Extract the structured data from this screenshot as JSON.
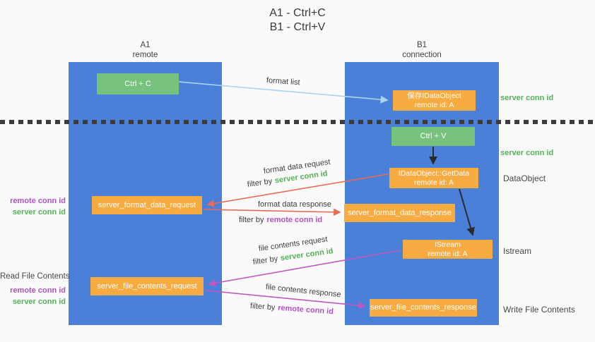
{
  "title": {
    "line1": "A1 - Ctrl+C",
    "line2": "B1 - Ctrl+V"
  },
  "columns": {
    "left": {
      "name": "A1",
      "role": "remote"
    },
    "right": {
      "name": "B1",
      "role": "connection"
    }
  },
  "boxes": {
    "ctrl_c": {
      "label": "Ctrl + C"
    },
    "ctrl_v": {
      "label": "Ctrl + V"
    },
    "save_dataobject": {
      "line1": "保存IDataObject",
      "line2": "remote id: A"
    },
    "getdata": {
      "line1": "IDataObject::GetData",
      "line2": "remote id: A"
    },
    "istream": {
      "line1": "IStream",
      "line2": "remote id: A"
    },
    "format_request": {
      "label": "server_format_data_request"
    },
    "format_response": {
      "label": "server_format_data_response"
    },
    "file_request": {
      "label": "server_file_contents_request"
    },
    "file_response": {
      "label": "server_file_contents_response"
    }
  },
  "arrow_labels": {
    "format_list": "format list",
    "format_data_request": "format data request",
    "format_data_response": "format data response",
    "file_contents_request": "file contents request",
    "file_contents_response": "file contents response",
    "filter_by": "filter by",
    "server_conn_id": "server conn id",
    "remote_conn_id": "remote conn id"
  },
  "side_labels": {
    "server_conn_id_top": "server conn id",
    "server_conn_id_mid": "server conn id",
    "dataobject": "DataObject",
    "istream": "Istream",
    "read_file_contents": "Read File Contents",
    "write_file_contents": "Write File Contents",
    "pair_top": {
      "remote": "remote conn id",
      "server": "server conn id"
    },
    "pair_bottom": {
      "remote": "remote conn id",
      "server": "server conn id"
    }
  },
  "colors": {
    "lifeline_blue": "#4a80d8",
    "box_green": "#77c27d",
    "box_orange": "#f8ab41",
    "arrow_light_blue": "#a9d4ef",
    "arrow_red": "#e96a55",
    "arrow_magenta": "#c157c1",
    "arrow_black": "#2b2b2b",
    "text_green": "#53b257",
    "text_purple": "#b052c4",
    "dotted_line": "#3c3c3c"
  }
}
